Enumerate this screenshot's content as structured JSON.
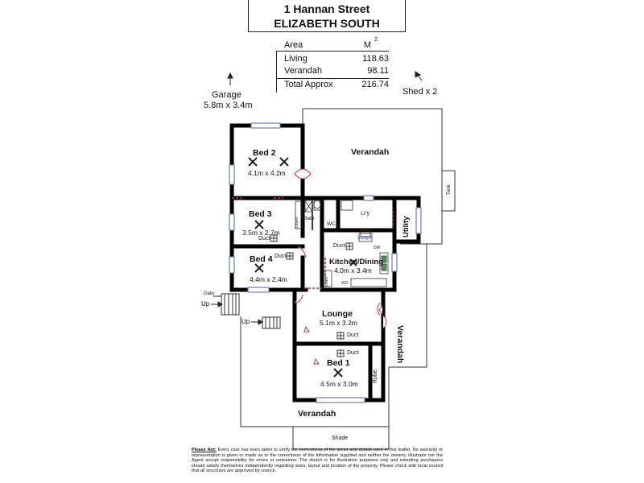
{
  "header": {
    "address_line1": "1 Hannan Street",
    "address_line2": "ELIZABETH SOUTH"
  },
  "area_table": {
    "head_label": "Area",
    "head_unit": "M",
    "unit_superscript": "2",
    "rows": [
      {
        "label": "Living",
        "value": "118.63"
      },
      {
        "label": "Verandah",
        "value": "98.11"
      },
      {
        "label": "Total Approx",
        "value": "216.74"
      }
    ]
  },
  "outbuildings": {
    "garage_label": "Garage",
    "garage_size": "5.8m x 3.4m",
    "shed_label": "Shed x 2"
  },
  "rooms": {
    "bed2": {
      "name": "Bed 2",
      "size": "4.1m x 4.2m"
    },
    "bed3": {
      "name": "Bed 3",
      "size": "3.5m x 2.7m"
    },
    "bed4": {
      "name": "Bed 4",
      "size": "4.4m x 2.4m"
    },
    "kitchen": {
      "name": "Kitchen/Dining",
      "size": "4.0m x 3.4m"
    },
    "lounge": {
      "name": "Lounge",
      "size": "5.1m x 3.2m"
    },
    "bed1": {
      "name": "Bed 1",
      "size": "4.5m x 3.0m"
    },
    "bath": "Bath",
    "wc": "WC",
    "lry": "Lr'y",
    "utility": "Utility",
    "linen": "Linen",
    "linen2": "Linen",
    "robe": "Robe",
    "verandah_top": "Verandah",
    "verandah_right": "Verandah",
    "verandah_bottom": "Verandah",
    "tank": "Tank",
    "shade": "Shade",
    "gate": "Gate",
    "up1": "Up",
    "up2": "Up",
    "duct": "Duct",
    "skylight": "Skylight",
    "dw": "DW",
    "wo": "WO"
  },
  "disclaimer": {
    "heading": "Please Not:",
    "text": "Every care has been taken to verify the correctness of the areas and details used in this leaflet. No warranty or representation is given or made as to the correctness of the information supplied and neither the owners, illustrator nor the Agent accept responsibility for errors or omissions. The sketch is for illustration purposes only and intending purchasers should satisfy themselves independently regarding sizes, layout and location of the property. Please check with local council that all structures are approved by council."
  }
}
